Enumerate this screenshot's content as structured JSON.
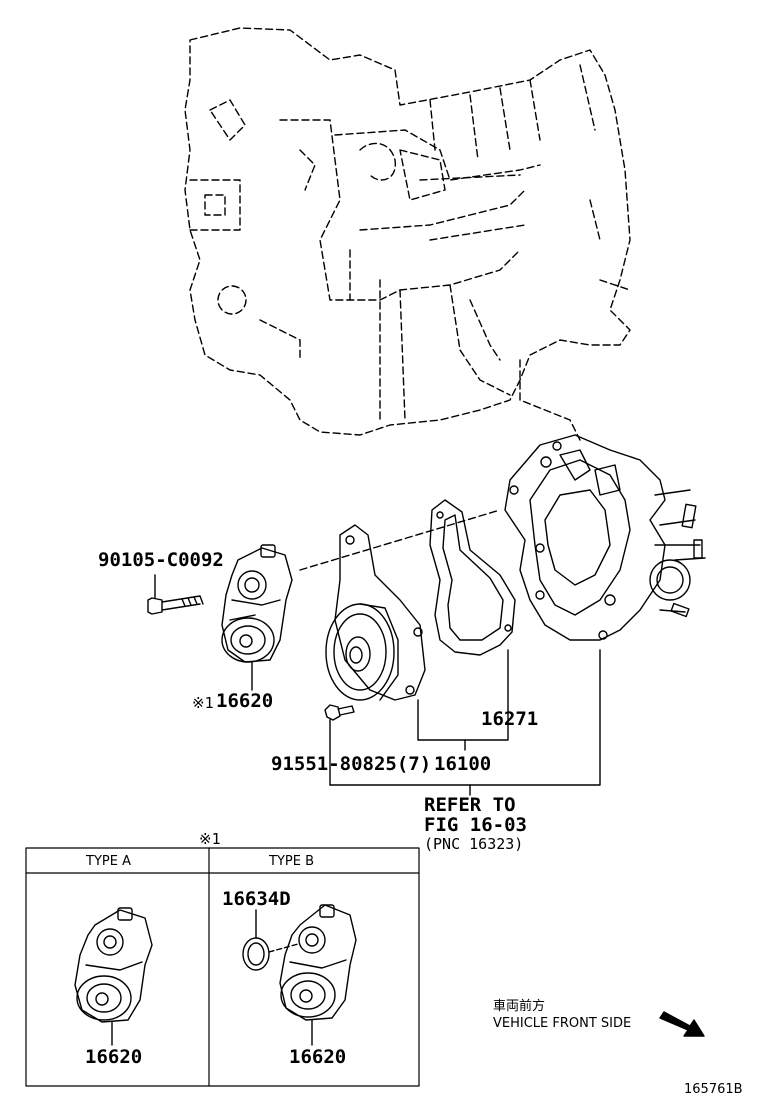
{
  "callouts": {
    "bolt_tensioner": "90105-C0092",
    "tensioner_main": "16620",
    "asterisk_ref": "※1",
    "gasket": "16271",
    "bolt_pump": "91551-80825(7)",
    "water_pump": "16100",
    "refer_line1": "REFER TO",
    "refer_line2": "FIG 16-03",
    "refer_line3": "(PNC 16323)"
  },
  "variants_table": {
    "marker": "※1",
    "type_a": {
      "header": "TYPE A",
      "part": "16620"
    },
    "type_b": {
      "header": "TYPE B",
      "cap": "16634D",
      "part": "16620"
    }
  },
  "direction": {
    "japanese": "車両前方",
    "english": "VEHICLE FRONT SIDE",
    "arrow_icon": "arrow-down-right-icon"
  },
  "figure_id": "165761B"
}
